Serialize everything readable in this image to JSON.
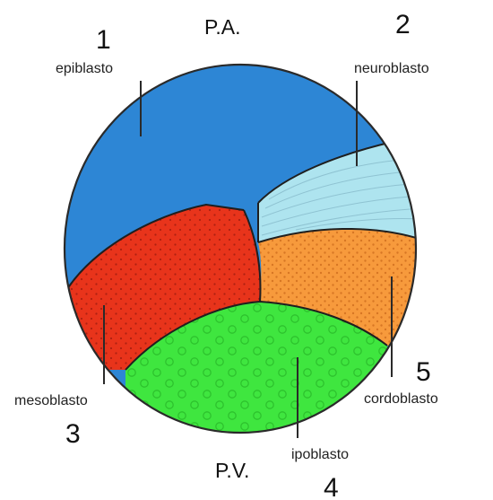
{
  "poles": {
    "animal": "P.A.",
    "vegetal": "P.V."
  },
  "regions": [
    {
      "id": "epiblast",
      "number": "1",
      "name": "epiblasto",
      "color": "#2d86d5"
    },
    {
      "id": "neuroblast",
      "number": "2",
      "name": "neuroblasto",
      "color": "#aee4ef"
    },
    {
      "id": "mesoblast",
      "number": "3",
      "name": "mesoblasto",
      "color": "#e8341b"
    },
    {
      "id": "hypoblast",
      "number": "4",
      "name": "ipoblasto",
      "color": "#3fe63f"
    },
    {
      "id": "chordoblast",
      "number": "5",
      "name": "cordoblasto",
      "color": "#f79a3c"
    }
  ]
}
